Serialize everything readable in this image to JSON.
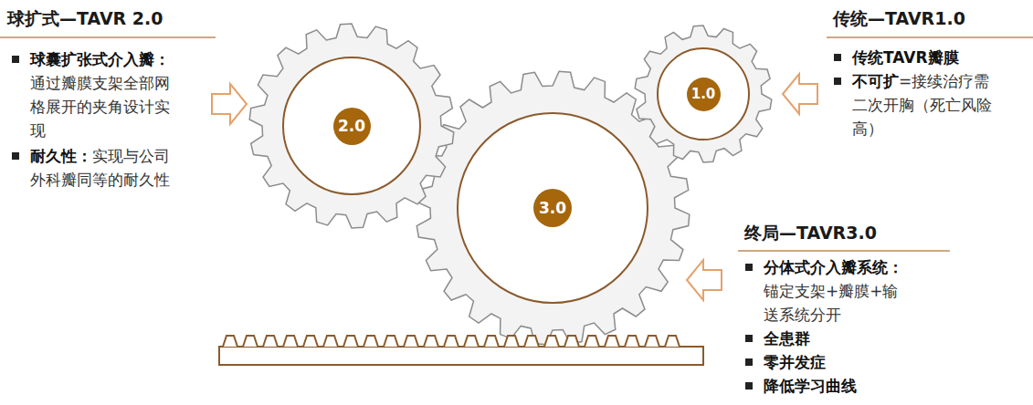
{
  "diagram": {
    "nodes": [
      {
        "text": [
          "2.0"
        ]
      },
      {
        "text": [
          "1.0"
        ]
      },
      {
        "text": [
          "3.0"
        ]
      }
    ],
    "labels": [
      "球扩式—TAVR 2.0",
      "球囊扩张式介入瓣：",
      "通过瓣膜支架全部网格展开的夹角设计实现",
      "耐久性：",
      "实现与公司外科瓣同等的耐久性",
      "传统—TAVR1.0",
      "传统TAVR瓣膜",
      "不可扩",
      "=接续治疗需二次开胸（死亡风险高）",
      "终局—TAVR3.0",
      "分体式介入瓣系统：",
      "锚定支架+瓣膜+输送系统分开",
      "全患群",
      "零并发症",
      "降低学习曲线"
    ]
  }
}
